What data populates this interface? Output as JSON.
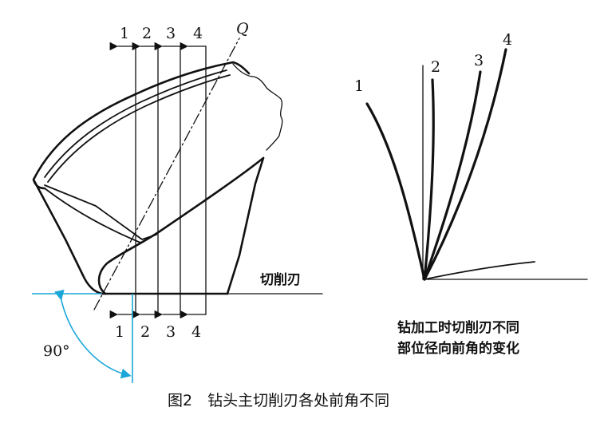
{
  "left": {
    "top_numbers": [
      "1",
      "2",
      "3",
      "4"
    ],
    "bottom_numbers": [
      "1",
      "2",
      "3",
      "4"
    ],
    "axis_label": "Q",
    "edge_label": "切削刃",
    "angle_label": "90°"
  },
  "right": {
    "curve_labels": [
      "1",
      "2",
      "3",
      "4"
    ],
    "caption_line1": "钻加工时切削刃不同",
    "caption_line2": "部位径向前角的变化"
  },
  "figure_caption": "图2　钻头主切削刃各处前角不同",
  "colors": {
    "ink": "#111111",
    "accent": "#1aa6d9"
  }
}
